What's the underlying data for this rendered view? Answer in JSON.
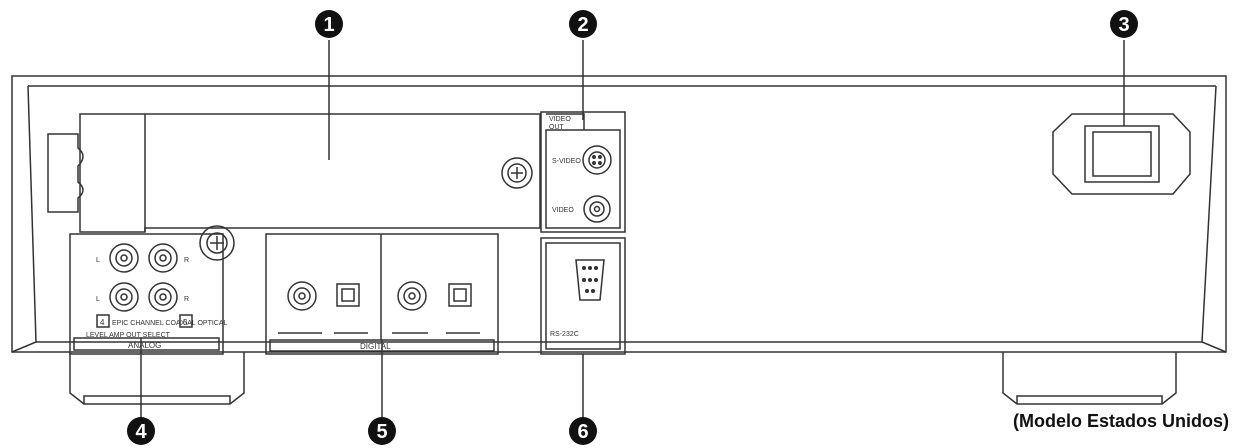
{
  "callouts": [
    "1",
    "2",
    "3",
    "4",
    "5",
    "6"
  ],
  "labels": {
    "video_out": [
      "VIDEO",
      "OUT"
    ],
    "s_video": "S-VIDEO",
    "video": "VIDEO",
    "rs232c": "RS-232C",
    "analog": "ANALOG",
    "digital": "DIGITAL",
    "marker_4": "4",
    "marker_5": "5",
    "channel_row": "EPIC CHANNEL  COAXIAL  OPTICAL",
    "sub_row": "LEVEL        AMP OUT SELECT",
    "jack_L": "L",
    "jack_R": "R",
    "jack_l2": "L",
    "jack_r2": "R"
  },
  "caption": "(Modelo Estados Unidos)",
  "colors": {
    "line": "#333333",
    "callout_fill": "#111111",
    "background": "#ffffff"
  }
}
